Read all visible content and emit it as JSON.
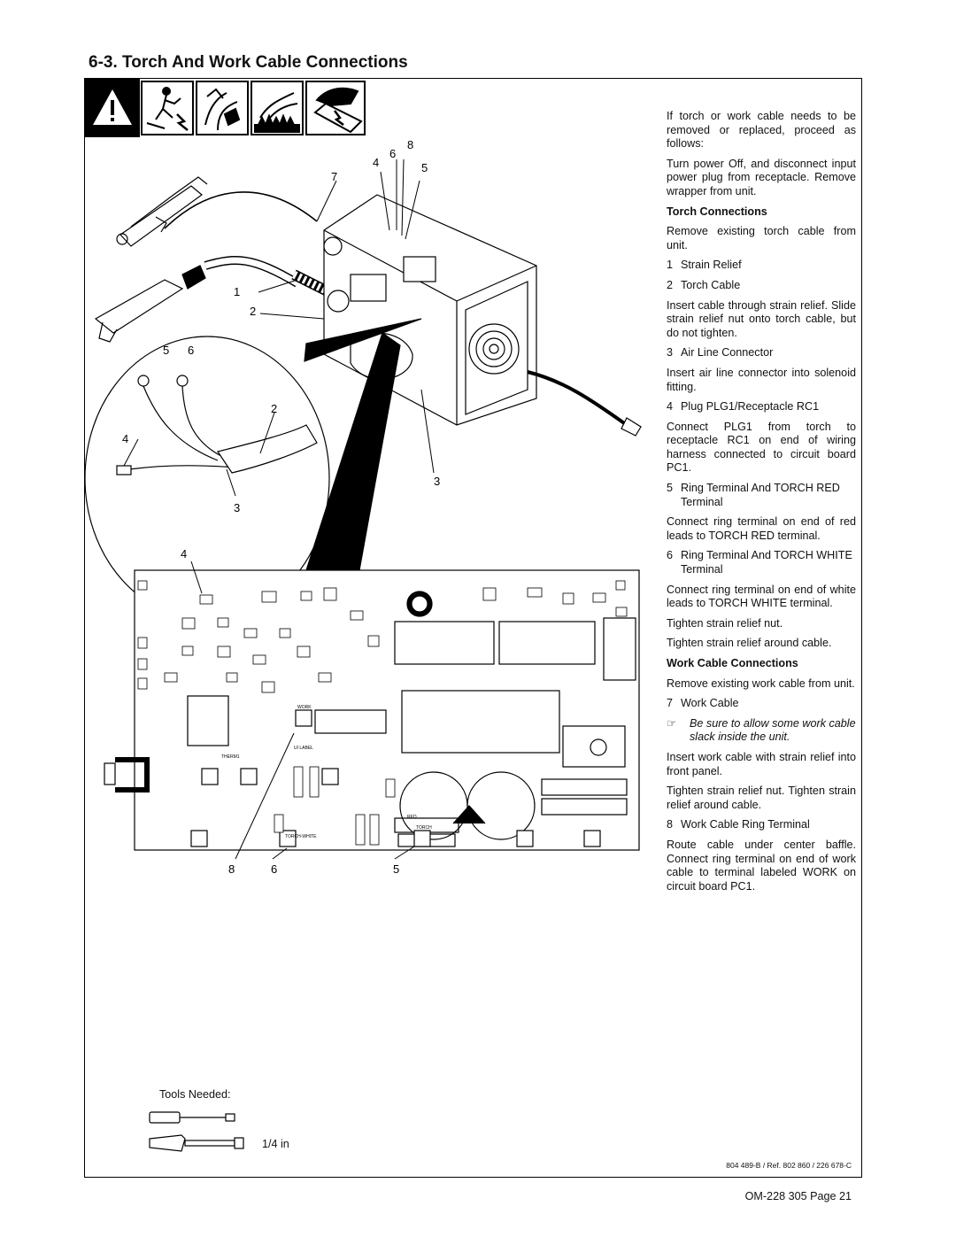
{
  "page": {
    "title": "6-3.   Torch And Work Cable Connections",
    "footer_ref": "804 489-B / Ref. 802 860 / 226 678-C",
    "page_number": "OM-228 305 Page 21"
  },
  "warning_icons": [
    "warning-triangle-icon",
    "electric-shock-icon",
    "moving-parts-icon",
    "hot-parts-icon",
    "static-electricity-icon"
  ],
  "figure": {
    "callouts": [
      "4",
      "6",
      "8",
      "7",
      "5",
      "1",
      "2",
      "5",
      "6",
      "2",
      "4",
      "3",
      "3",
      "4",
      "8",
      "6",
      "5"
    ],
    "board_labels": {
      "work": "WORK",
      "torch_white": "TORCH-WHITE",
      "red": "RED",
      "torch": "TORCH",
      "ui_label": "UI LABEL",
      "therm": "THERM1"
    }
  },
  "instructions": {
    "intro": "If torch or work cable needs to be removed or replaced, proceed as follows:",
    "power_off": "Turn power Off, and disconnect input power plug from receptacle. Remove wrapper from unit.",
    "torch_heading": "Torch Connections",
    "torch_remove": "Remove existing torch cable from unit.",
    "item1_num": "1",
    "item1": "Strain Relief",
    "item2_num": "2",
    "item2": "Torch Cable",
    "torch_insert": "Insert cable through strain relief. Slide strain relief nut onto torch cable, but do not tighten.",
    "item3_num": "3",
    "item3": "Air Line Connector",
    "air_insert": "Insert air line connector into solenoid fitting.",
    "item4_num": "4",
    "item4": "Plug PLG1/Receptacle RC1",
    "plug_connect": "Connect PLG1 from torch to receptacle RC1 on end of wiring harness connected to circuit board PC1.",
    "item5_num": "5",
    "item5": "Ring Terminal And TORCH RED Terminal",
    "red_connect": "Connect ring terminal on end of red leads to TORCH RED terminal.",
    "item6_num": "6",
    "item6": "Ring Terminal And TORCH WHITE Terminal",
    "white_connect": "Connect ring terminal on end of white leads to TORCH WHITE terminal.",
    "tighten_nut": "Tighten strain relief nut.",
    "tighten_around": "Tighten strain relief around cable.",
    "work_heading": "Work Cable Connections",
    "work_remove": "Remove existing work cable from unit.",
    "item7_num": "7",
    "item7": "Work Cable",
    "note_icon": "pointing-hand-icon",
    "note": "Be sure to allow some work cable slack inside the unit.",
    "work_insert": "Insert work cable with strain relief into front panel.",
    "work_tighten": "Tighten strain relief nut. Tighten strain relief around cable.",
    "item8_num": "8",
    "item8": "Work Cable Ring Terminal",
    "route": "Route cable under center baffle. Connect ring terminal on end of work cable to terminal labeled WORK on circuit board PC1."
  },
  "tools": {
    "label": "Tools Needed:",
    "size": "1/4 in",
    "icons": [
      "nut-driver-icon",
      "screwdriver-icon"
    ]
  }
}
